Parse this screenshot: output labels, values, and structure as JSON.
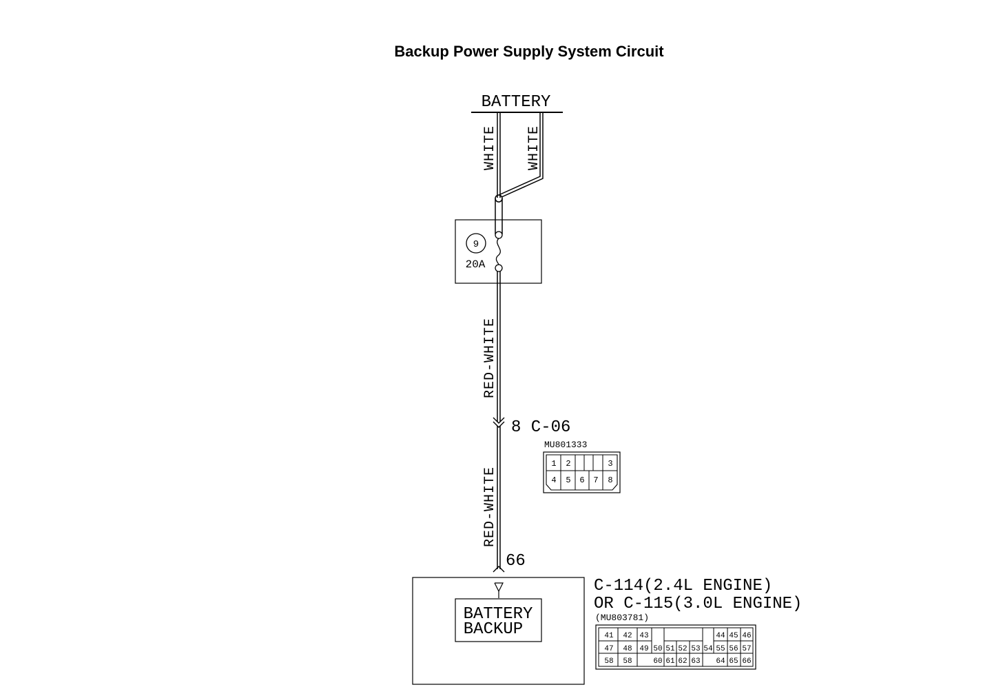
{
  "title": "Backup Power Supply System Circuit",
  "battery": {
    "label": "BATTERY"
  },
  "wires": {
    "battery_left": "WHITE",
    "battery_right": "WHITE",
    "fuse_to_connector": "RED-WHITE",
    "connector_to_backup": "RED-WHITE"
  },
  "fuse": {
    "number": "9",
    "rating": "20A"
  },
  "junction_connector": {
    "pin_label": "8 C-06",
    "part_number": "MU801333",
    "pins_top": [
      "1",
      "2",
      "3"
    ],
    "pins_bottom": [
      "4",
      "5",
      "6",
      "7",
      "8"
    ]
  },
  "ecu_connector": {
    "pin": "66",
    "name_line1": "C-114(2.4L ENGINE)",
    "name_line2": "OR C-115(3.0L ENGINE)",
    "part_number": "(MU803781)",
    "row1": [
      "41",
      "42",
      "43",
      "44",
      "45",
      "46"
    ],
    "row2": [
      "47",
      "48",
      "49",
      "50",
      "51",
      "52",
      "53",
      "54",
      "55",
      "56",
      "57"
    ],
    "row3": [
      "58",
      "58",
      "60",
      "61",
      "62",
      "63",
      "64",
      "65",
      "66"
    ]
  },
  "component": {
    "line1": "BATTERY",
    "line2": "BACKUP"
  }
}
